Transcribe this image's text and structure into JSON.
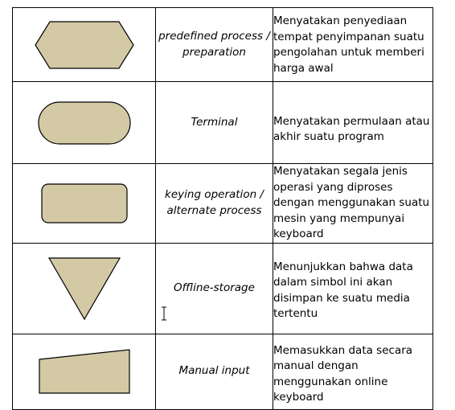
{
  "colors": {
    "shape_fill": "#d3c9a5",
    "shape_stroke": "#000000",
    "border": "#000000"
  },
  "rows": [
    {
      "shape_icon": "hexagon-preparation-icon",
      "name": "predefined process / preparation",
      "description": "Menyatakan penyediaan tempat penyimpanan suatu pengolahan untuk memberi harga awal"
    },
    {
      "shape_icon": "terminal-rounded-icon",
      "name": "Terminal",
      "description": "Menyatakan permulaan atau akhir suatu program"
    },
    {
      "shape_icon": "rounded-rectangle-keying-icon",
      "name": "keying operation / alternate process",
      "description": "Menyatakan segala jenis operasi yang diproses dengan menggunakan suatu mesin yang mempunyai keyboard"
    },
    {
      "shape_icon": "inverted-triangle-storage-icon",
      "name": "Offline-storage",
      "description": "Menunjukkan bahwa data dalam simbol ini akan disimpan ke suatu media tertentu"
    },
    {
      "shape_icon": "manual-input-icon",
      "name": "Manual input",
      "description": "Memasukkan data secara manual dengan menggunakan online keyboard"
    }
  ]
}
